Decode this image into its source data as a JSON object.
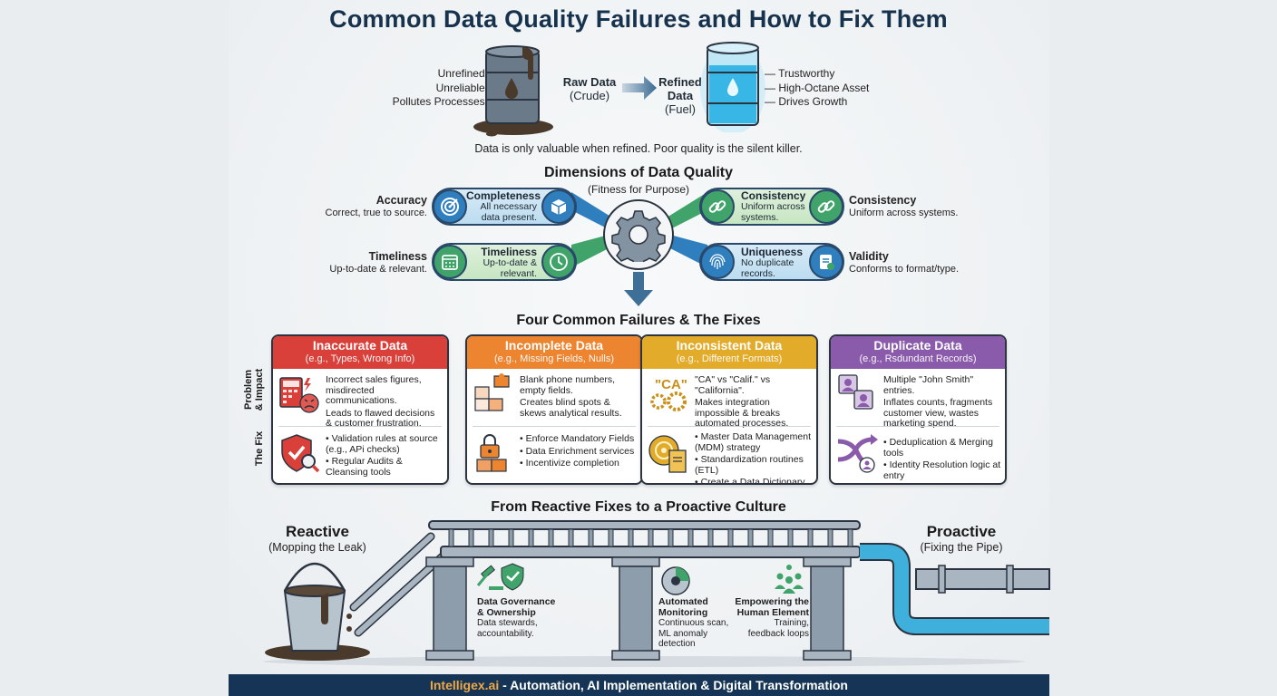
{
  "title": "Common Data Quality Failures and How to Fix Them",
  "colors": {
    "title": "#17324d",
    "red": "#d9403a",
    "orange": "#ec8430",
    "yellow": "#e3ab2a",
    "purple": "#8a5aab",
    "blue": "#2f7fbf",
    "green": "#3fa36a",
    "footer_bg": "#163556",
    "footer_brand": "#f0a845"
  },
  "hero": {
    "left_traits": [
      "Unrefined",
      "Unreliable",
      "Pollutes Processes"
    ],
    "raw_label": "Raw Data",
    "raw_sub": "(Crude)",
    "refined_label_1": "Refined",
    "refined_label_2": "Data",
    "refined_sub": "(Fuel)",
    "right_traits": [
      "Trustworthy",
      "High-Octane Asset",
      "Drives Growth"
    ],
    "tagline": "Data is only valuable when refined. Poor quality is the silent killer."
  },
  "dimensions": {
    "title": "Dimensions of Data Quality",
    "subtitle": "(Fitness for Purpose)",
    "outer_left": [
      {
        "name": "Accuracy",
        "desc": "Correct, true to source."
      },
      {
        "name": "Timeliness",
        "desc": "Up-to-date & relevant."
      }
    ],
    "outer_right": [
      {
        "name": "Consistency",
        "desc": "Uniform across systems."
      },
      {
        "name": "Validity",
        "desc": "Conforms to format/type."
      }
    ],
    "pills": [
      {
        "name": "Completeness",
        "desc_1": "All necessary",
        "desc_2": "data present.",
        "left_icon": "target-icon",
        "right_icon": "box-icon"
      },
      {
        "name": "Timeliness",
        "desc_1": "Up-to-date &",
        "desc_2": "relevant.",
        "left_icon": "calendar-icon",
        "right_icon": "clock-icon"
      },
      {
        "name": "Consistency",
        "desc_1": "Uniform across",
        "desc_2": "systems.",
        "left_icon": "link-icon",
        "right_icon": "link-icon"
      },
      {
        "name": "Uniqueness",
        "desc_1": "No duplicate",
        "desc_2": "records.",
        "left_icon": "fingerprint-icon",
        "right_icon": "document-check-icon"
      }
    ]
  },
  "failures": {
    "title": "Four Common Failures & The Fixes",
    "row_labels": {
      "problem_1": "Problem",
      "problem_2": "& Impact",
      "fix": "The Fix"
    },
    "cards": [
      {
        "title": "Inaccurate Data",
        "subtitle": "(e.g., Types, Wrong Info)",
        "problem": [
          "Incorrect sales figures, misdirected communications.",
          "Leads to flawed decisions & customer frustration."
        ],
        "fixes": [
          "• Validation rules at source (e.g., APi checks)",
          "• Regular Audits & Cleansing tools"
        ]
      },
      {
        "title": "Incomplete Data",
        "subtitle": "(e.g., Missing Fields, Nulls)",
        "problem": [
          "Blank phone numbers, empty fields.",
          "Creates blind spots & skews analytical results."
        ],
        "fixes": [
          "• Enforce Mandatory Fields",
          "• Data Enrichment services",
          "• Incentivize completion"
        ]
      },
      {
        "title": "Inconsistent Data",
        "subtitle": "(e.g., Different Formats)",
        "problem": [
          "\"CA\" vs \"Calif.\" vs \"California\".",
          "Makes integration impossible & breaks automated processes."
        ],
        "fixes": [
          "• Master Data Management (MDM) strategy",
          "• Standardization routines (ETL)",
          "• Create a Data Dictionary"
        ]
      },
      {
        "title": "Duplicate Data",
        "subtitle": "(e.g., Rsdundant Records)",
        "problem": [
          "Multiple \"John Smith\" entries.",
          "Inflates counts, fragments customer view, wastes marketing spend."
        ],
        "fixes": [
          "• Deduplication & Merging tools",
          "• Identity Resolution logic at entry"
        ]
      }
    ]
  },
  "culture": {
    "title": "From Reactive Fixes to a Proactive Culture",
    "reactive_title": "Reactive",
    "reactive_sub": "(Mopping the Leak)",
    "proactive_title": "Proactive",
    "proactive_sub": "(Fixing the Pipe)",
    "pillars": [
      {
        "name_1": "Data Governance",
        "name_2": "& Ownership",
        "desc_1": "Data stewards,",
        "desc_2": "accountability.",
        "desc_3": ""
      },
      {
        "name_1": "Automated",
        "name_2": "Monitoring",
        "desc_1": "Continuous scan,",
        "desc_2": "ML anomaly",
        "desc_3": "detection"
      },
      {
        "name_1": "Empowering the",
        "name_2": "Human Element",
        "desc_1": "Training,",
        "desc_2": "feedback loops",
        "desc_3": ""
      }
    ]
  },
  "footer": {
    "brand": "Intelligex.ai",
    "text": " - Automation, AI Implementation & Digital Transformation"
  }
}
